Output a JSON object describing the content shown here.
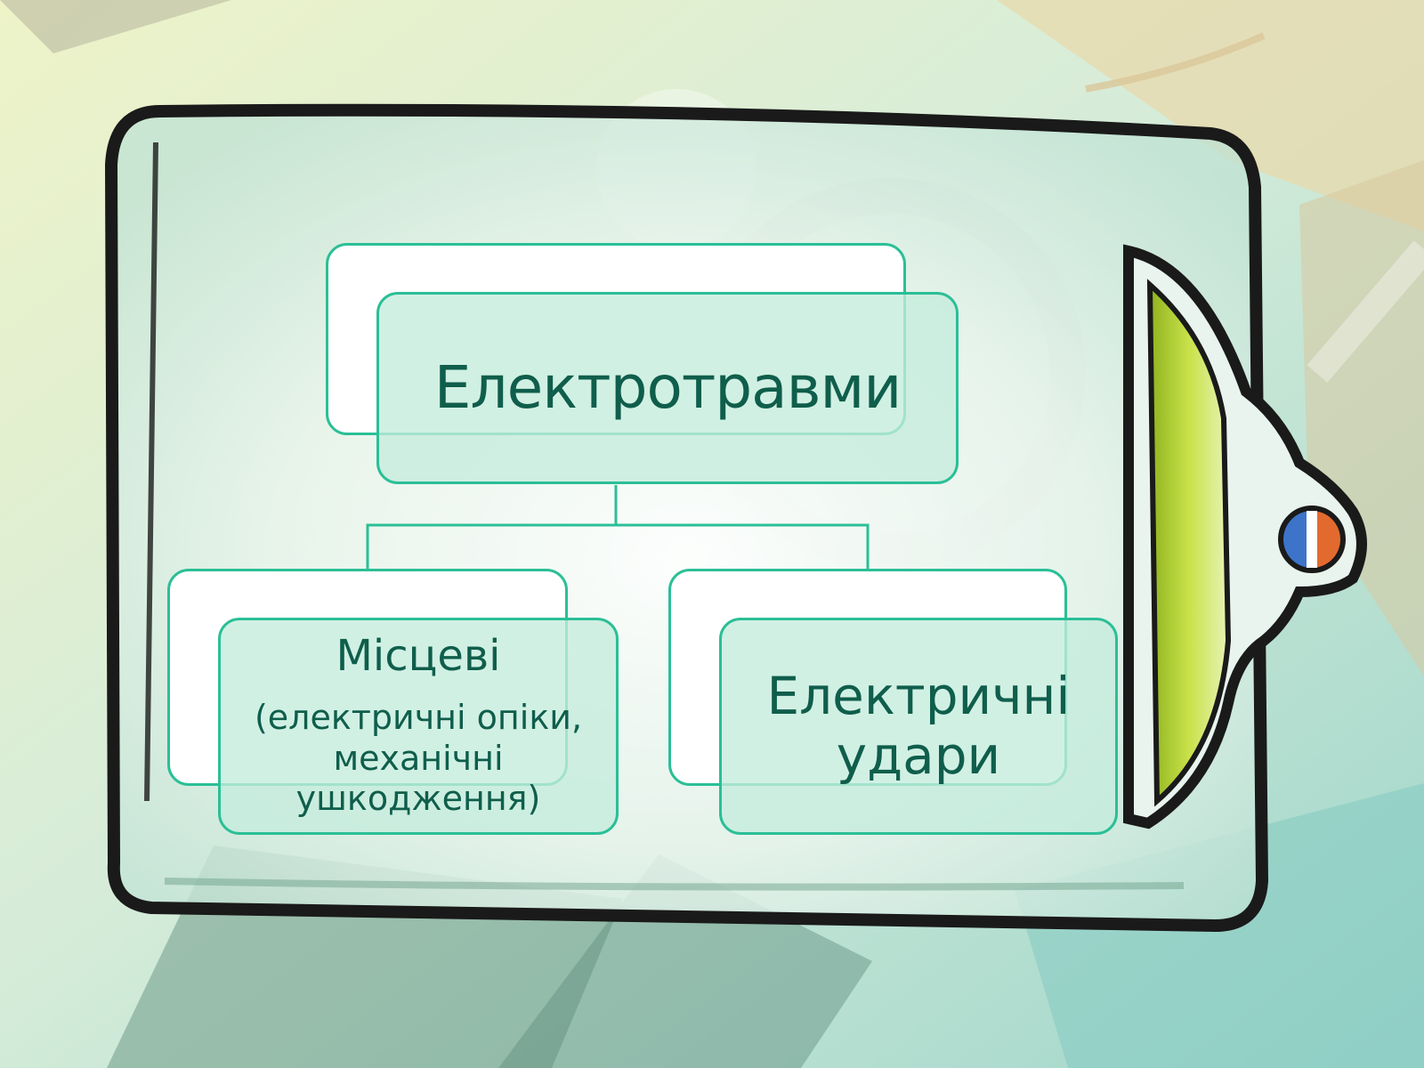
{
  "diagram": {
    "root": {
      "label": "Електротравми"
    },
    "children": [
      {
        "label": "Місцеві",
        "details": [
          "(електричні опіки,",
          "механічні",
          "ушкодження)"
        ]
      },
      {
        "label_lines": [
          "Електричні",
          "удари"
        ]
      }
    ]
  },
  "colors": {
    "node_border": "#2bbf96",
    "node_fill": "#c4ecdc",
    "node_text": "#0f5e4b",
    "frame_stroke": "#1a1a1a"
  }
}
